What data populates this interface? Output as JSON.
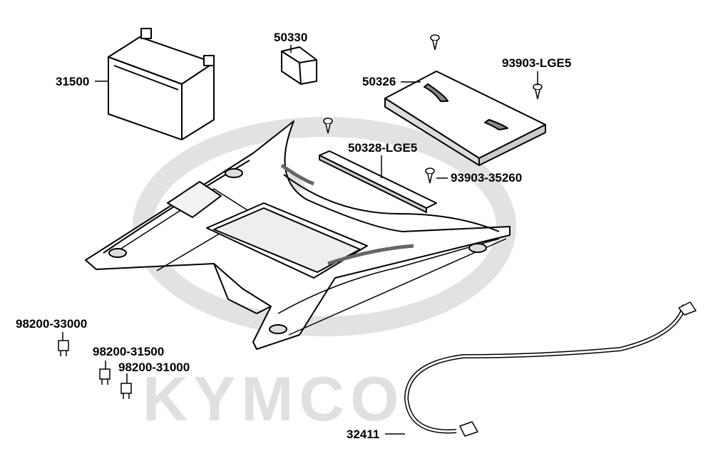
{
  "watermark": {
    "text": "KYMCO",
    "color": "#dedede"
  },
  "colors": {
    "line": "#000000",
    "fill": "#ffffff",
    "shade": "#d8d8d8"
  },
  "labels": {
    "battery": "31500",
    "pad_50330": "50330",
    "cover_50326": "50326",
    "screw_lge5": "93903-LGE5",
    "strip_50328": "50328-LGE5",
    "screw_35260": "93903-35260",
    "fuse_33000": "98200-33000",
    "fuse_31500": "98200-31500",
    "fuse_31000": "98200-31000",
    "cable_32411": "32411"
  }
}
